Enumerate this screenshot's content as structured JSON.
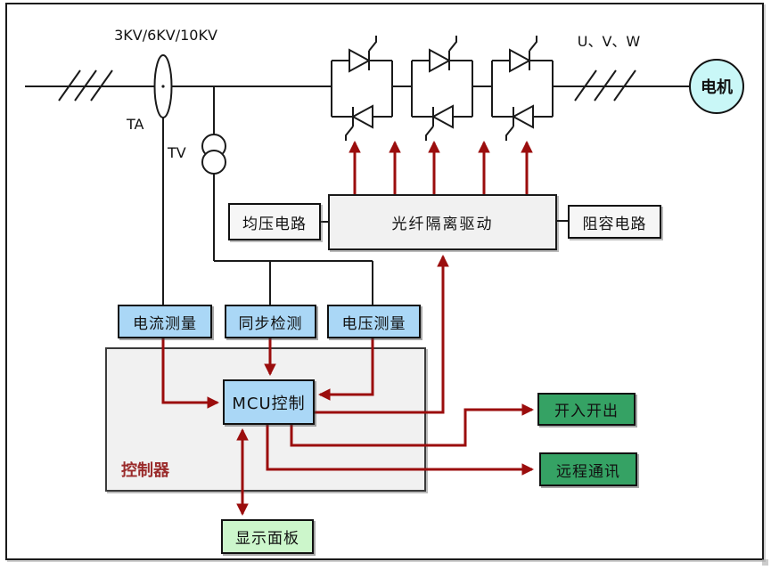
{
  "diagram": {
    "labels": {
      "hv": "3KV/6KV/10KV",
      "ta": "TA",
      "tv": "TV",
      "uvw": "U、V、W"
    },
    "nodes": {
      "motor": "电机",
      "equalizer": "均压电路",
      "fiber_drive": "光纤隔离驱动",
      "rc": "阻容电路",
      "current_meas": "电流测量",
      "sync_detect": "同步检测",
      "voltage_meas": "电压测量",
      "mcu": "MCU控制",
      "controller": "控制器",
      "digital_io": "开入开出",
      "remote_comm": "远程通讯",
      "display_panel": "显示面板"
    },
    "colors": {
      "line": "#1a1a1a",
      "arrow": "#9b0d0d",
      "blue_box": "#aad7f6",
      "green_box": "#35a264",
      "light_green_box": "#ccf6cb",
      "cyan_node": "#c9f7f7",
      "gray_box": "#f1f1f1",
      "controller_label": "#9a2b2b"
    }
  }
}
